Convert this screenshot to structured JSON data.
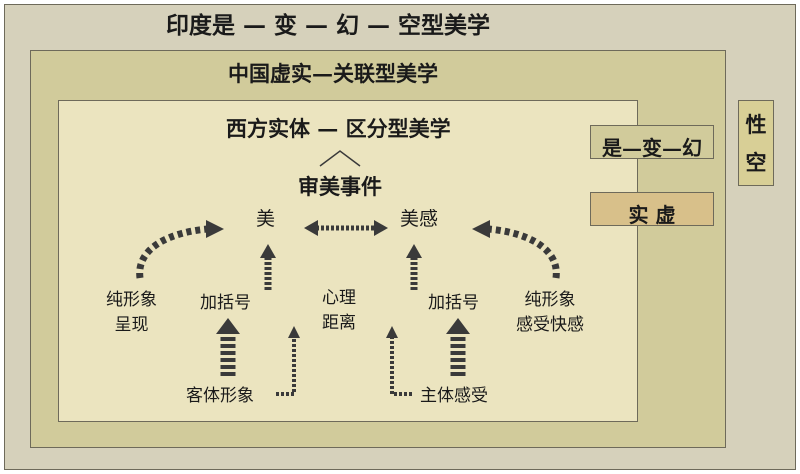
{
  "frames": {
    "outer_title": "印度是 — 变 — 幻 — 空型美学",
    "middle_title": "中国虚实—关联型美学",
    "inner_title": "西方实体 — 区分型美学"
  },
  "side_boxes": {
    "shi_bian_huan": "是—变—幻",
    "shi_xu": "实 虚",
    "xing": "性",
    "kong": "空"
  },
  "diagram": {
    "event": "审美事件",
    "mei": "美",
    "meigan": "美感",
    "left_outer_1": "纯形象",
    "left_outer_2": "呈现",
    "left_bracket": "加括号",
    "center_1": "心理",
    "center_2": "距离",
    "right_bracket": "加括号",
    "right_outer_1": "纯形象",
    "right_outer_2": "感受快感",
    "object_image": "客体形象",
    "subject_feeling": "主体感受"
  },
  "colors": {
    "outer_bg": "#d6d1bb",
    "middle_bg": "#d1cb9b",
    "inner_bg": "#ebe4bf",
    "shixu_bg": "#d8c08a",
    "arrow": "#3a3a3a"
  }
}
